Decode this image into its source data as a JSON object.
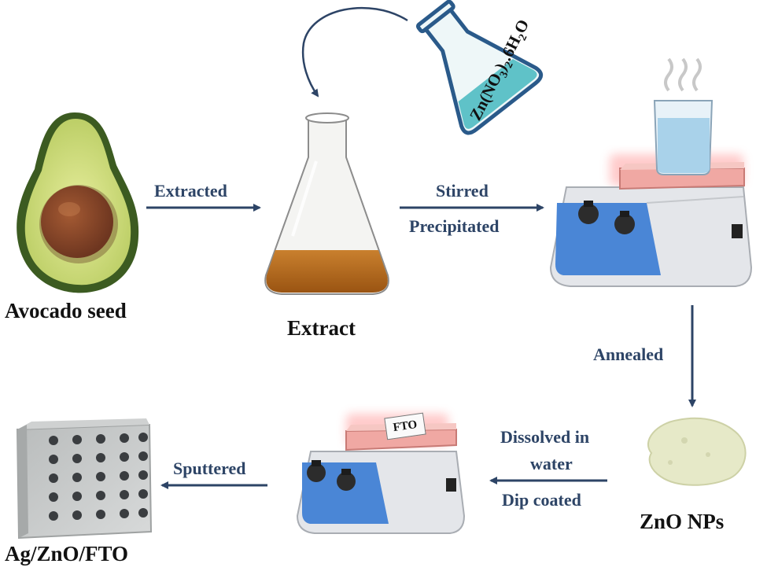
{
  "items": {
    "avocado_seed": "Avocado seed",
    "extract": "Extract",
    "reagent": {
      "parts": [
        "Zn(NO",
        "3",
        ")",
        "2",
        ".6H",
        "2",
        "O"
      ]
    },
    "zno_nps": "ZnO NPs",
    "substrate_tag": "FTO",
    "final_product": "Ag/ZnO/FTO"
  },
  "steps": {
    "extracted": "Extracted",
    "stirred": "Stirred",
    "precipitated": "Precipitated",
    "annealed": "Annealed",
    "dissolved_1": "Dissolved in",
    "dissolved_2": "water",
    "dip_coated": "Dip coated",
    "sputtered": "Sputtered"
  },
  "colors": {
    "arrow": "#2d4466",
    "extract_liquid": "#b8691d",
    "reagent_liquid": "#5fc2c8",
    "hotplate_body": "#e4e6ea",
    "hotplate_panel": "#4a86d6",
    "hotplate_top": "#f0a8a3",
    "avocado_skin": "#3c5b21",
    "avocado_flesh": "#d2df82",
    "avocado_pit": "#82442a"
  }
}
